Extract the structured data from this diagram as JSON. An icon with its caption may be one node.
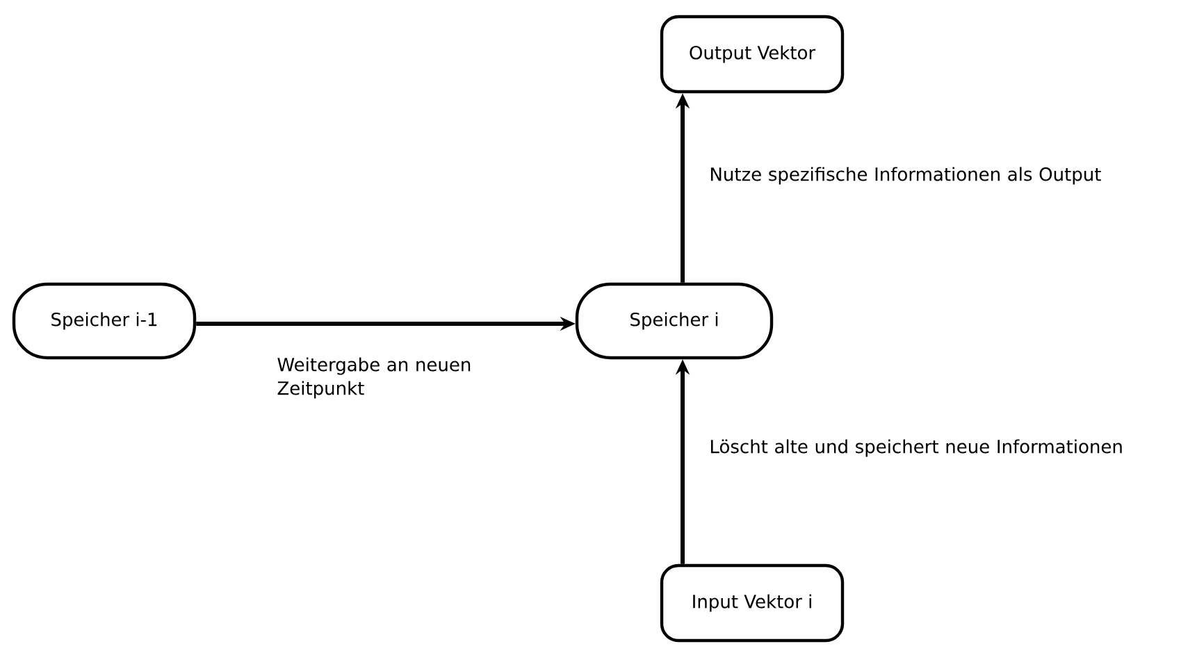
{
  "diagram": {
    "nodes": [
      {
        "text": [
          "Output Vektor"
        ]
      },
      {
        "text": [
          "Speicher i-1"
        ]
      },
      {
        "text": [
          "Speicher i"
        ]
      },
      {
        "text": [
          "Input Vektor i"
        ]
      }
    ],
    "edges": [
      {
        "from": 1,
        "to": 2,
        "arrow": "to",
        "label": "Weitergabe an neuen Zeitpunkt"
      },
      {
        "from": 2,
        "to": 0,
        "arrow": "to",
        "label": "Nutze spezifische Informationen als Output"
      },
      {
        "from": 3,
        "to": 2,
        "arrow": "to",
        "label": "Löscht alte und speichert neue Informationen"
      }
    ]
  }
}
